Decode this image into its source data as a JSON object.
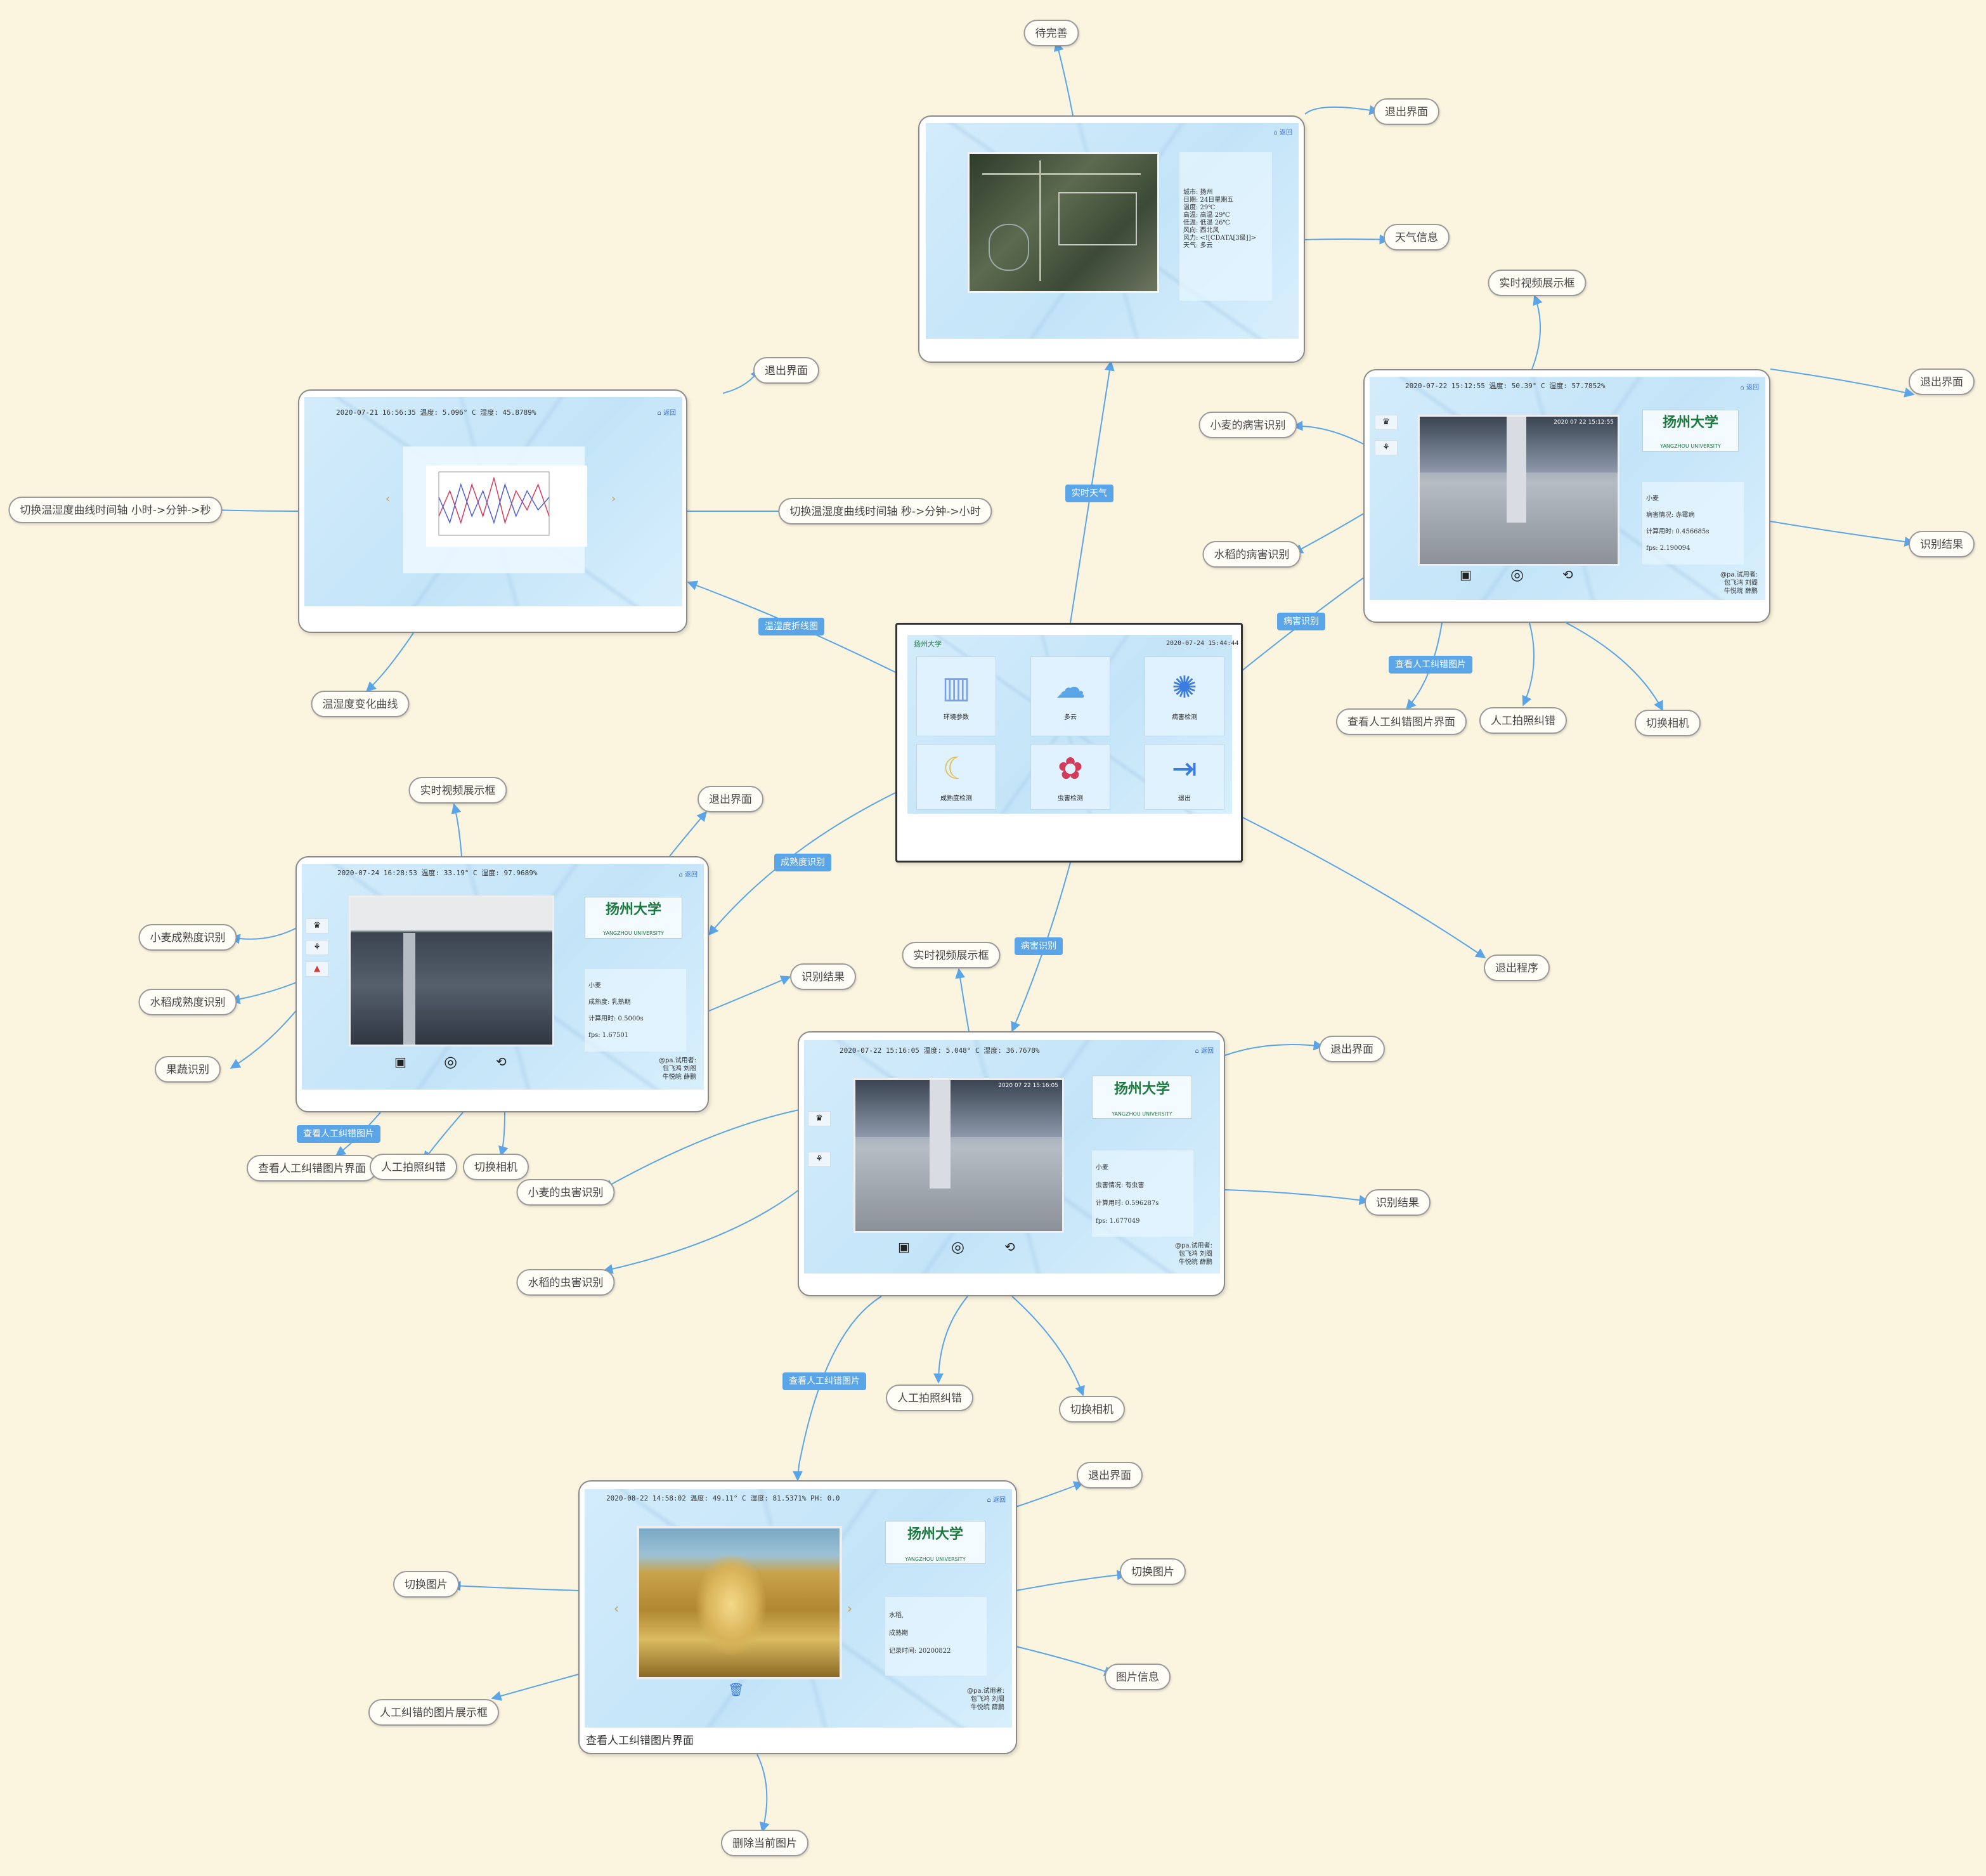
{
  "colors": {
    "background": "#fbf4df",
    "link": "#5aa4e8",
    "tag_bg": "#5aa4e8",
    "screen": "#c6e5f8",
    "card_border": "#8a8a8a"
  },
  "main_menu": {
    "logo": "扬州大学",
    "datetime": "2020-07-24 15:44:44",
    "tiles": [
      {
        "label": "环境参数",
        "icon": "bar-chart-icon"
      },
      {
        "label": "多云",
        "icon": "cloud-sun-icon"
      },
      {
        "label": "病害检测",
        "icon": "virus-icon"
      },
      {
        "label": "成熟度检测",
        "icon": "wheat-icon"
      },
      {
        "label": "虫害检测",
        "icon": "ladybug-icon"
      },
      {
        "label": "退出",
        "icon": "exit-icon"
      }
    ]
  },
  "weather_card": {
    "home": "返回",
    "info_lines": [
      "城市: 扬州",
      "日期: 24日星期五",
      "温度: 29℃",
      "高温: 高温 29℃",
      "低温: 低温 26℃",
      "风向: 西北风",
      "风力: <![CDATA[3级]]>",
      "天气: 多云"
    ]
  },
  "chart_card": {
    "status": "2020-07-21 16:56:35   温度: 5.096° C   湿度: 45.8789%",
    "home": "返回",
    "prev": "‹",
    "next": "›"
  },
  "disease_card": {
    "status": "2020-07-22 15:12:55   温度: 50.39° C   湿度: 57.7852%",
    "home": "返回",
    "logo": "扬州大学",
    "logo_sub": "YANGZHOU UNIVERSITY",
    "stamp": "2020 07 22 15:12:55",
    "info": [
      "小麦",
      "病害情况: 赤霉病",
      "计算用时: 0.456685s",
      "fps: 2.190094"
    ],
    "authors": [
      "@pa.试用者:",
      "包飞鸿 刘阁",
      "牛悦皖 薛鹏"
    ]
  },
  "maturity_card": {
    "status": "2020-07-24 16:28:53   温度: 33.19° C   湿度: 97.9689%",
    "home": "返回",
    "logo": "扬州大学",
    "logo_sub": "YANGZHOU UNIVERSITY",
    "info": [
      "小麦",
      "成熟度: 乳熟期",
      "计算用时: 0.5000s",
      "fps: 1.67501"
    ],
    "authors": [
      "@pa.试用者:",
      "包飞鸿 刘阁",
      "牛悦皖 薛鹏"
    ]
  },
  "pest_card": {
    "status": "2020-07-22 15:16:05   温度: 5.048° C   湿度: 36.7678%",
    "home": "返回",
    "logo": "扬州大学",
    "logo_sub": "YANGZHOU UNIVERSITY",
    "stamp": "2020 07 22 15:16:05",
    "info": [
      "小麦",
      "虫害情况: 有虫害",
      "计算用时: 0.596287s",
      "fps: 1.677049"
    ],
    "authors": [
      "@pa.试用者:",
      "包飞鸿 刘阁",
      "牛悦皖 薛鹏"
    ]
  },
  "viewer_card": {
    "status": "2020-08-22 14:58:02    温度:   49.11° C    湿度:   81.5371%    PH:  0.0",
    "home": "返回",
    "logo": "扬州大学",
    "logo_sub": "YANGZHOU UNIVERSITY",
    "info": [
      "水稻,",
      "成熟期",
      "记录时间: 20200822"
    ],
    "authors": [
      "@pa.试用者:",
      "包飞鸿 刘阁",
      "牛悦皖 薛鹏"
    ],
    "caption": "查看人工纠错图片界面",
    "delete_icon": "trash-icon"
  },
  "tags": {
    "weather": "实时天气",
    "chart": "温湿度折线图",
    "disease": "病害识别",
    "disease_view": "查看人工纠错图片",
    "maturity": "成熟度识别",
    "pest": "病害识别",
    "maturity_view": "查看人工纠错图片",
    "pest_view": "查看人工纠错图片"
  },
  "bubbles": {
    "to_improve": "待完善",
    "weather_exit": "退出界面",
    "weather_info": "天气信息",
    "chart_exit": "退出界面",
    "chart_left": "切换温湿度曲线时间轴 小时->分钟->秒",
    "chart_right": "切换温湿度曲线时间轴 秒->分钟->小时",
    "chart_curve": "温湿度变化曲线",
    "disease_video": "实时视频展示框",
    "disease_exit": "退出界面",
    "disease_wheat": "小麦的病害识别",
    "disease_rice": "水稻的病害识别",
    "disease_result": "识别结果",
    "disease_view": "查看人工纠错图片界面",
    "disease_manual": "人工拍照纠错",
    "disease_switch": "切换相机",
    "maturity_video": "实时视频展示框",
    "maturity_exit": "退出界面",
    "maturity_wheat": "小麦成熟度识别",
    "maturity_rice": "水稻成熟度识别",
    "maturity_fruit": "果蔬识别",
    "maturity_result": "识别结果",
    "maturity_view": "查看人工纠错图片界面",
    "maturity_manual": "人工拍照纠错",
    "maturity_switch": "切换相机",
    "exit_program": "退出程序",
    "pest_video": "实时视频展示框",
    "pest_exit": "退出界面",
    "pest_wheat": "小麦的虫害识别",
    "pest_rice": "水稻的虫害识别",
    "pest_result": "识别结果",
    "pest_manual": "人工拍照纠错",
    "pest_switch": "切换相机",
    "viewer_exit": "退出界面",
    "viewer_left": "切换图片",
    "viewer_right": "切换图片",
    "viewer_info": "图片信息",
    "viewer_frame": "人工纠错的图片展示框",
    "viewer_delete": "删除当前图片"
  },
  "chart_data": {
    "type": "line",
    "title": "",
    "xlabel": "",
    "ylabel": "",
    "series": [
      {
        "color": "#d23b5a",
        "values": [
          3,
          7,
          2,
          8,
          3,
          9,
          2,
          7,
          4,
          8,
          3
        ]
      },
      {
        "color": "#4e5fd6",
        "values": [
          6,
          2,
          8,
          3,
          7,
          2,
          8,
          3,
          7,
          4,
          6
        ]
      }
    ],
    "ylim": [
      0,
      10
    ],
    "grid": false
  }
}
